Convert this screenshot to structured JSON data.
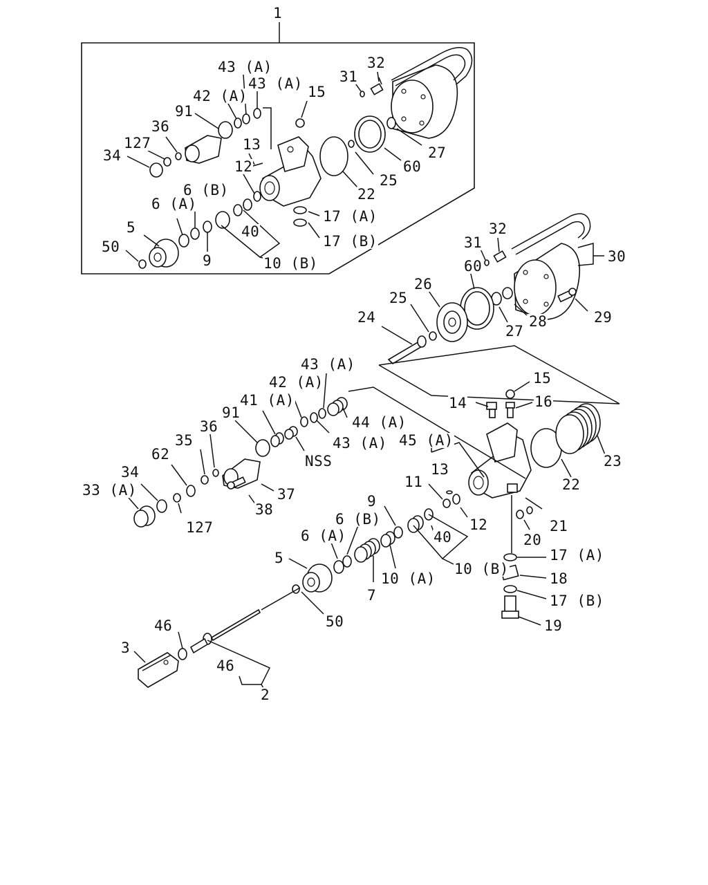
{
  "diagram": {
    "kit_box": {
      "assembly_label": "1",
      "labels": {
        "l43a_1": "43 (A)",
        "l43a_2": "43 (A)",
        "l42a": "42 (A)",
        "l91": "91",
        "l36": "36",
        "l127": "127",
        "l34": "34",
        "l13": "13",
        "l12": "12",
        "l15": "15",
        "l31": "31",
        "l32": "32",
        "l22": "22",
        "l25": "25",
        "l60": "60",
        "l27": "27",
        "l6a": "6 (A)",
        "l6b": "6 (B)",
        "l5": "5",
        "l50": "50",
        "l9": "9",
        "l40": "40",
        "l10b": "10 (B)",
        "l17a": "17 (A)",
        "l17b": "17 (B)"
      }
    },
    "main": {
      "labels": {
        "l32": "32",
        "l31": "31",
        "l30": "30",
        "l60": "60",
        "l26": "26",
        "l25": "25",
        "l24": "24",
        "l28": "28",
        "l27": "27",
        "l29": "29",
        "l43a_top": "43 (A)",
        "l42a": "42 (A)",
        "l41a": "41 (A)",
        "l91": "91",
        "l15": "15",
        "l14": "14",
        "l16": "16",
        "l44a": "44 (A)",
        "l43a_mid": "43 (A)",
        "lnss": "NSS",
        "l45a": "45 (A)",
        "l35": "35",
        "l36": "36",
        "l62": "62",
        "l34": "34",
        "l33a": "33 (A)",
        "l37": "37",
        "l38": "38",
        "l127": "127",
        "l13": "13",
        "l11": "11",
        "l12": "12",
        "l23": "23",
        "l22": "22",
        "l9": "9",
        "l6b": "6 (B)",
        "l6a": "6 (A)",
        "l40": "40",
        "l21": "21",
        "l20": "20",
        "l5": "5",
        "l10a": "10 (A)",
        "l10b": "10 (B)",
        "l17a": "17 (A)",
        "l18": "18",
        "l7": "7",
        "l17b": "17 (B)",
        "l50": "50",
        "l19": "19",
        "l46_1": "46",
        "l3": "3",
        "l46_2": "46",
        "l2": "2"
      }
    }
  }
}
